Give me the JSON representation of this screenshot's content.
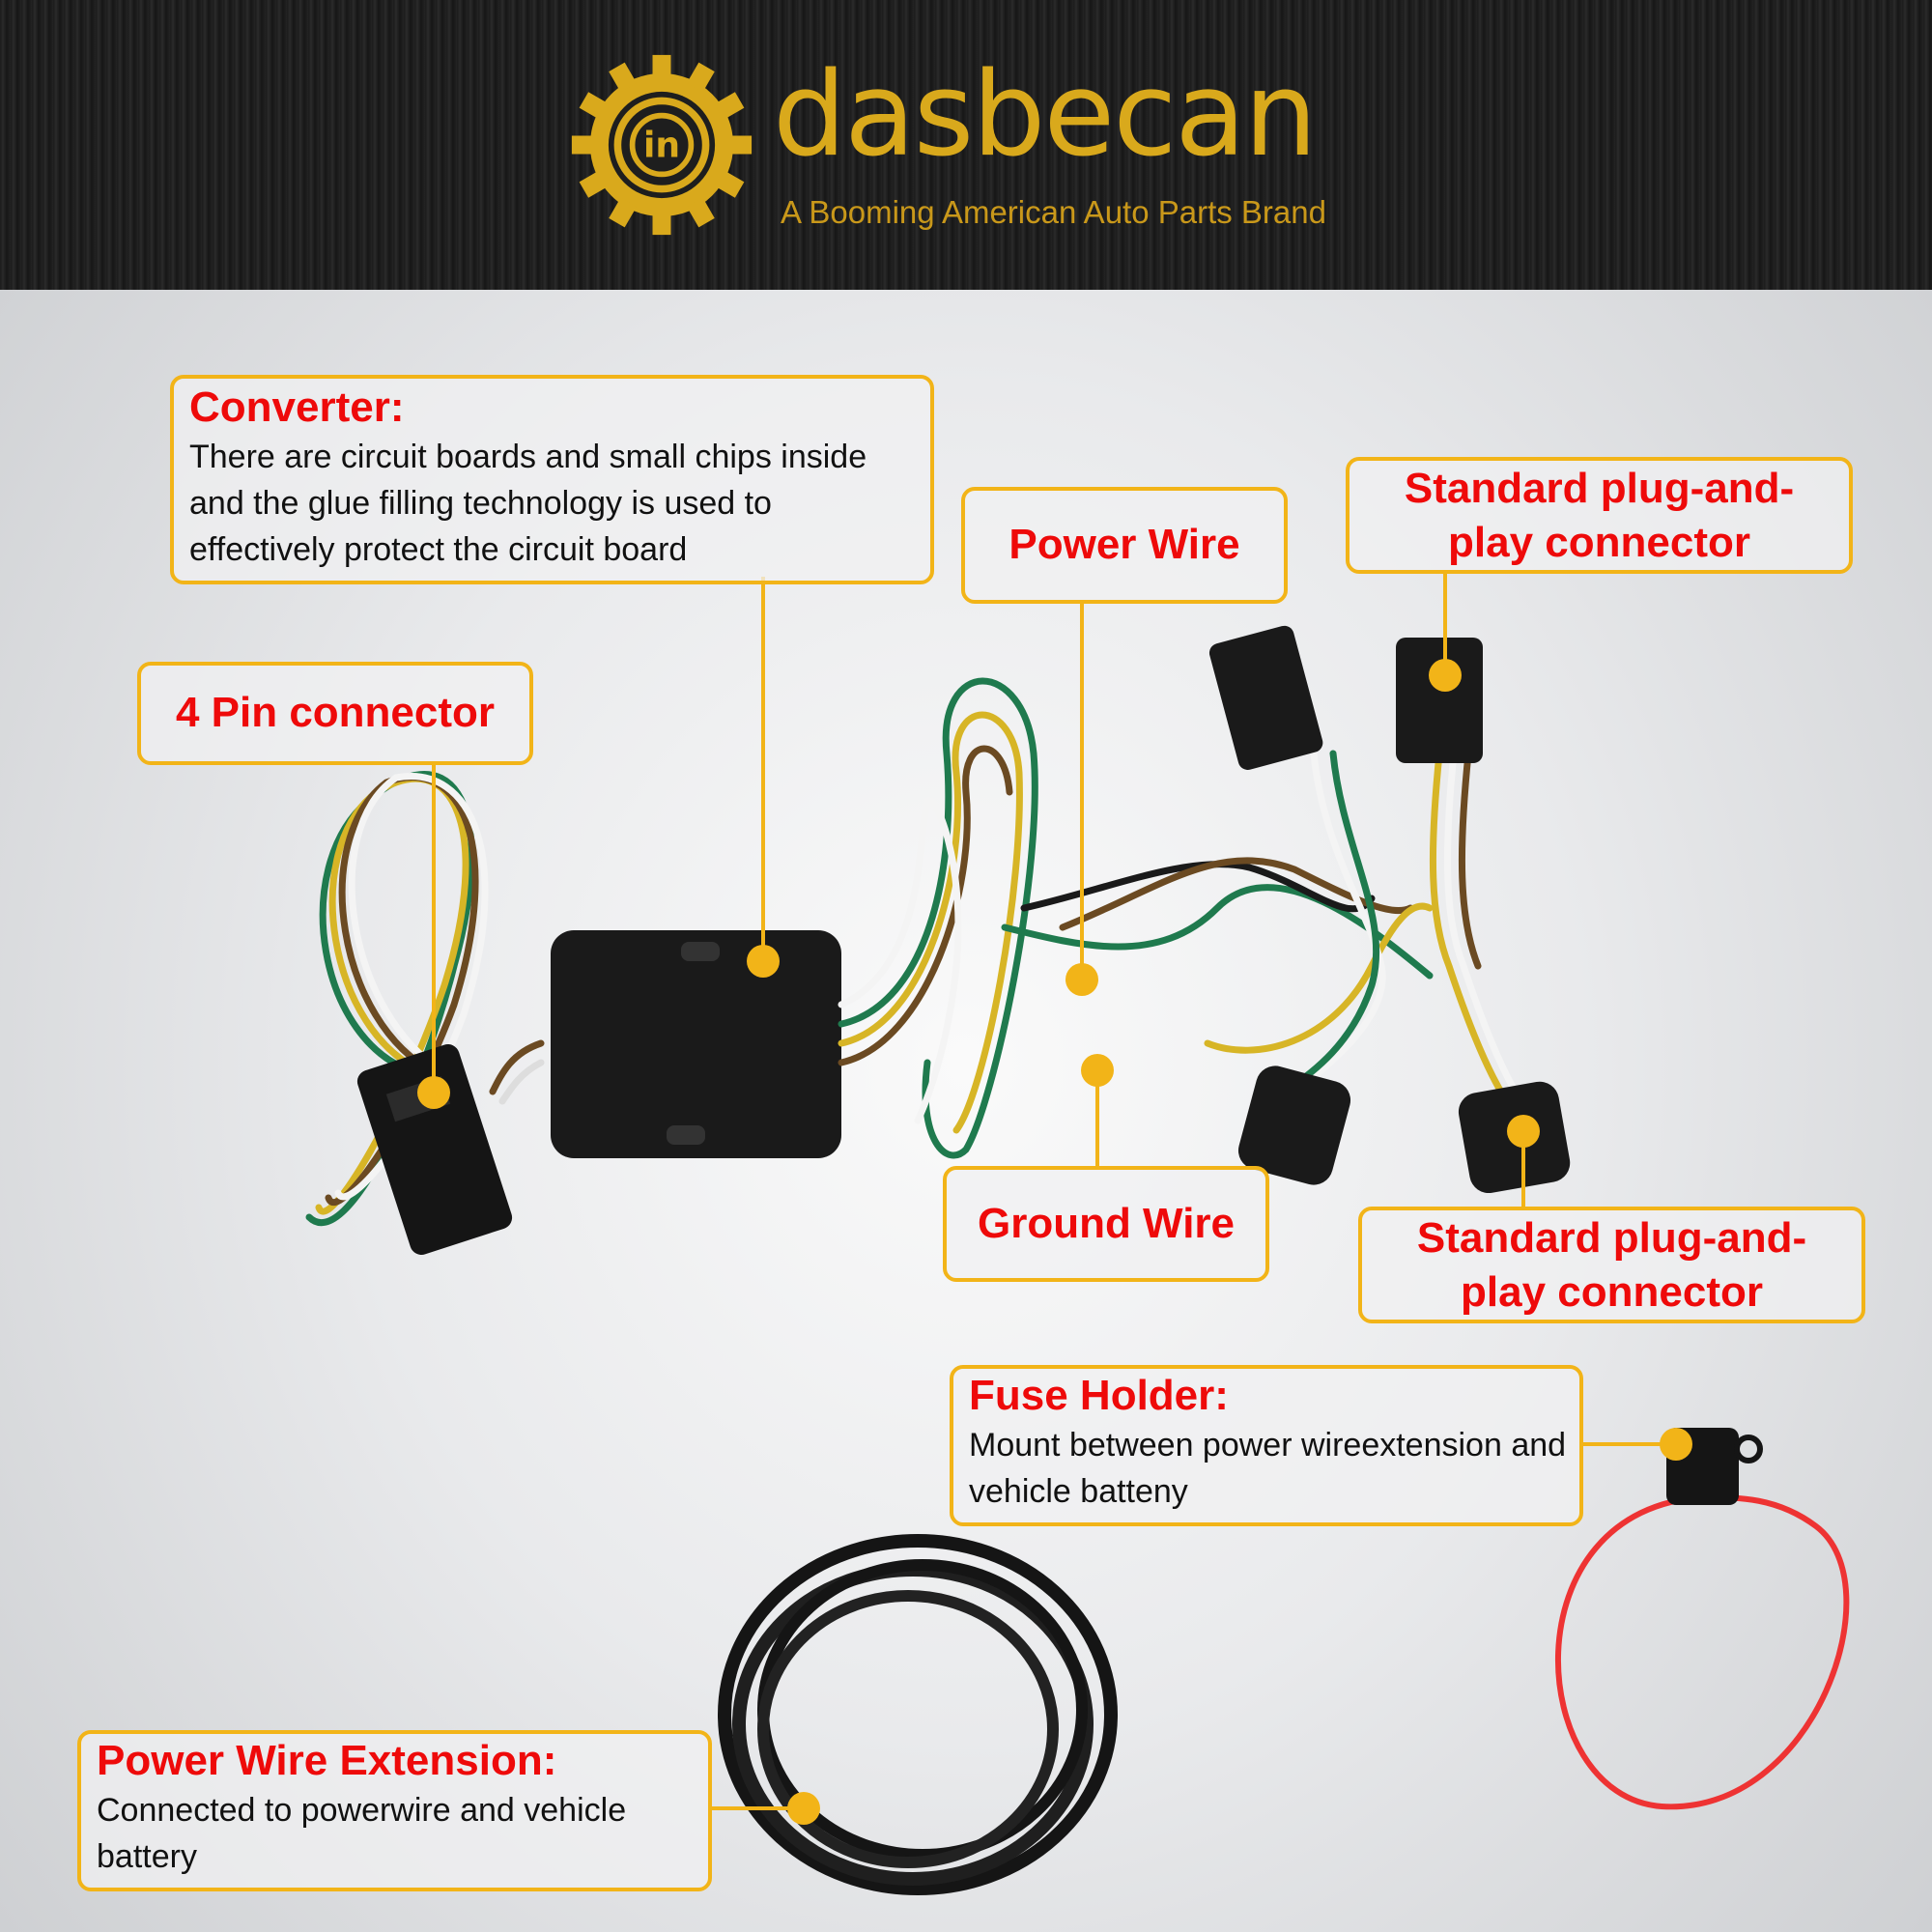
{
  "header": {
    "brand_name": "dasbecan",
    "logo_mark": "in",
    "tagline": "A Booming American Auto Parts Brand"
  },
  "callouts": {
    "converter": {
      "title": "Converter:",
      "body": "There are circuit boards and small chips inside and the glue filling technology is used to effectively protect the circuit board"
    },
    "power_wire": {
      "title": "Power Wire"
    },
    "plug_top": {
      "title": "Standard plug-and-play connector"
    },
    "four_pin": {
      "title": "4 Pin connector"
    },
    "ground_wire": {
      "title": "Ground Wire"
    },
    "plug_bottom": {
      "title": "Standard plug-and-play connector"
    },
    "fuse_holder": {
      "title": "Fuse Holder:",
      "body": "Mount between power wireextension and vehicle batteny"
    },
    "extension": {
      "title": "Power Wire Extension:",
      "body": "Connected to powerwire and vehicle battery"
    }
  },
  "colors": {
    "accent": "#f2b418",
    "title_red": "#ee0a0a",
    "brand_gold": "#d9a91c"
  }
}
